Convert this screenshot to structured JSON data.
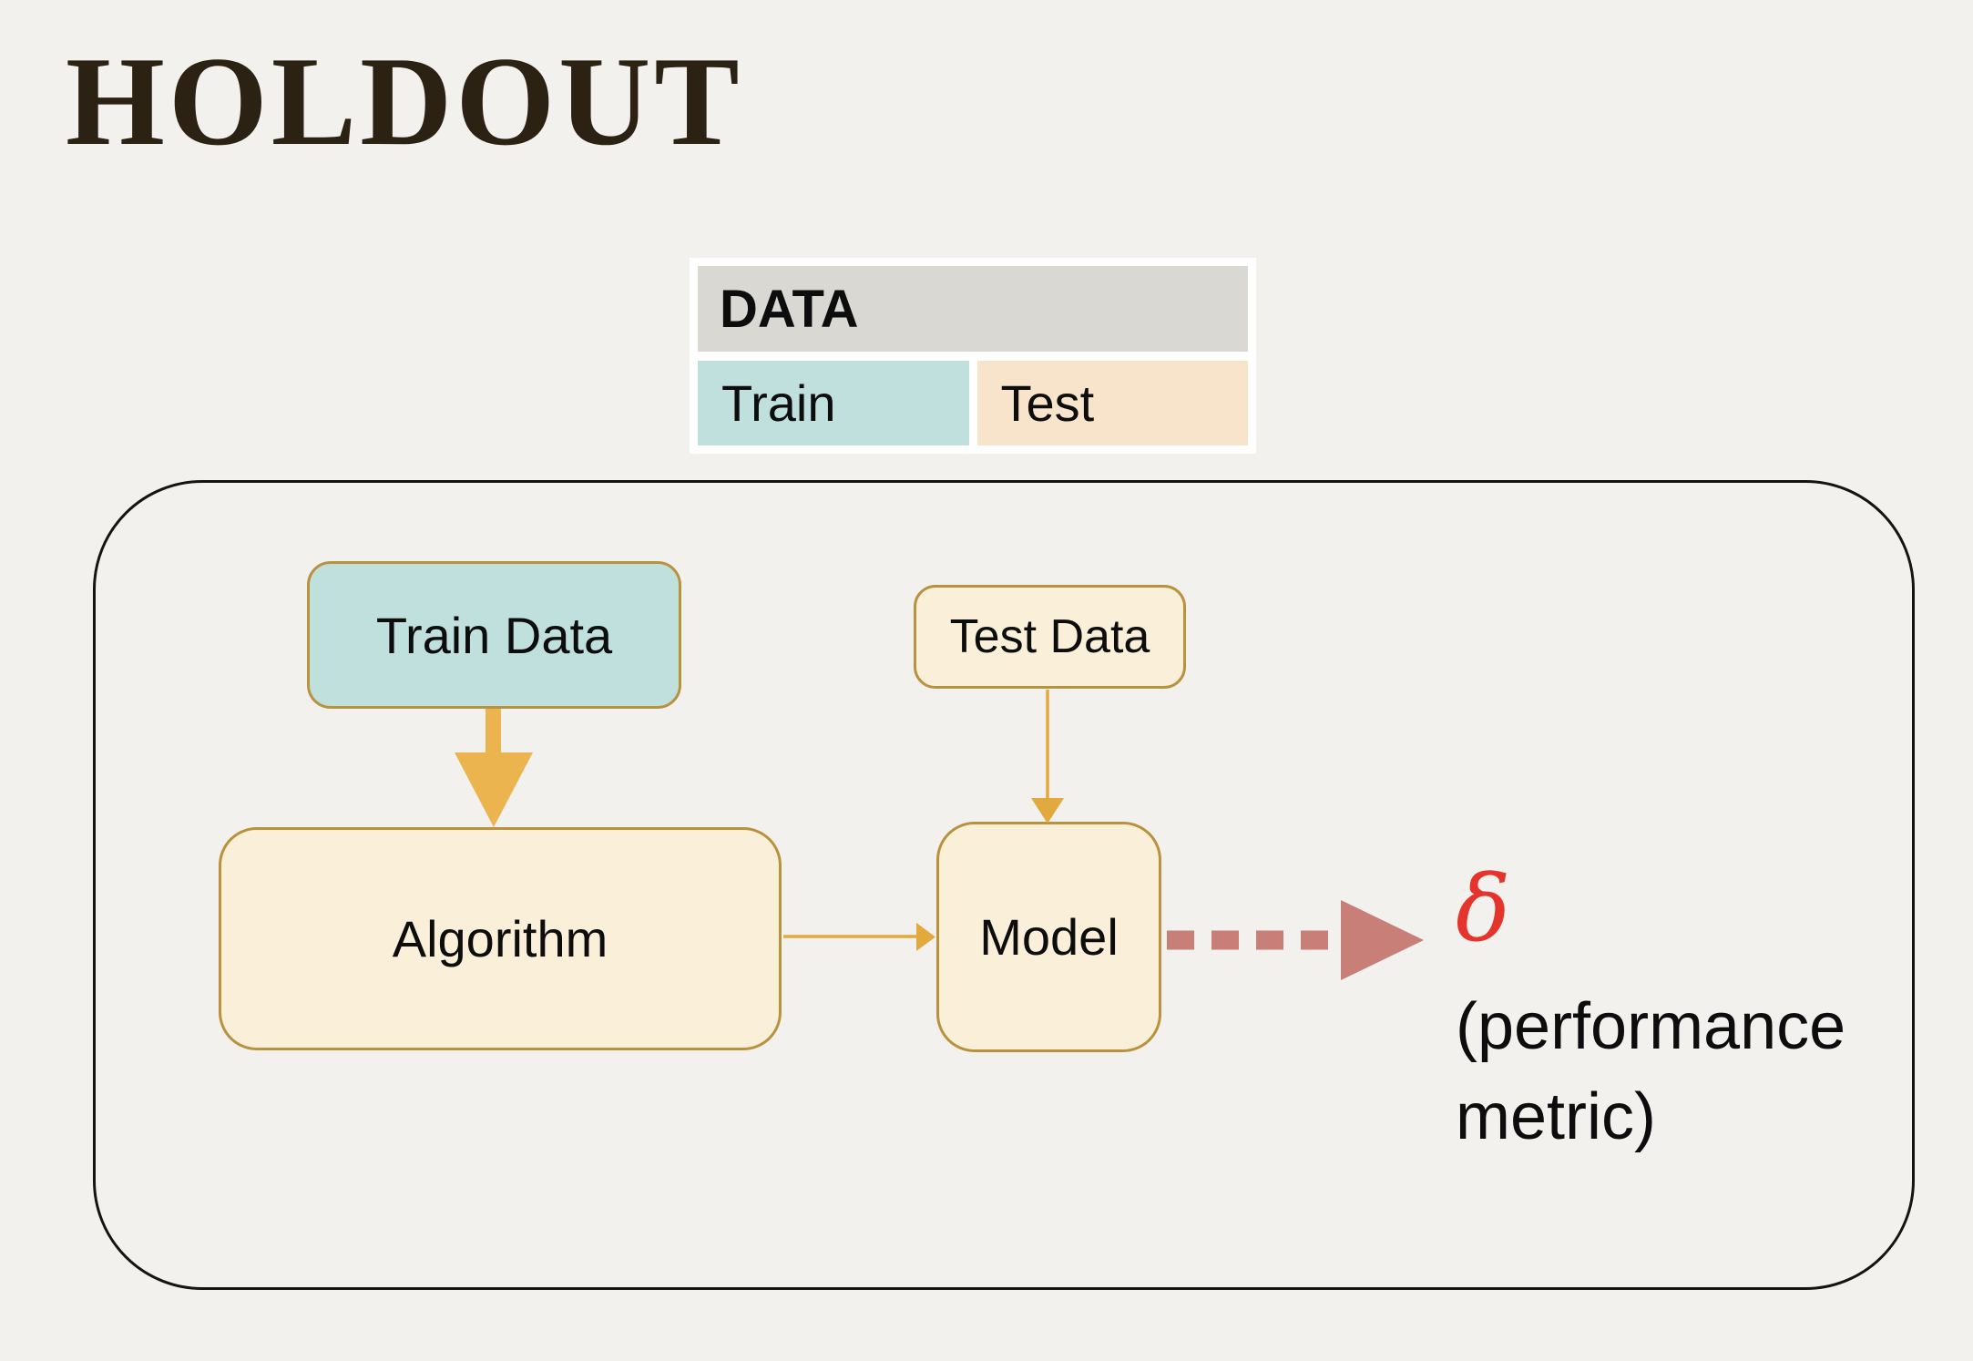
{
  "title": "HOLDOUT",
  "data_table": {
    "header": "DATA",
    "train_label": "Train",
    "test_label": "Test"
  },
  "nodes": {
    "train_data": {
      "label": "Train Data"
    },
    "test_data": {
      "label": "Test Data"
    },
    "algorithm": {
      "label": "Algorithm"
    },
    "model": {
      "label": "Model"
    }
  },
  "output": {
    "symbol": "δ",
    "caption": "(performance metric)"
  },
  "edges": [
    {
      "from": "Train Data",
      "to": "Algorithm",
      "style": "thick-gold-arrow"
    },
    {
      "from": "Test Data",
      "to": "Model",
      "style": "thin-gold-arrow"
    },
    {
      "from": "Algorithm",
      "to": "Model",
      "style": "thin-gold-arrow"
    },
    {
      "from": "Model",
      "to": "δ (performance metric)",
      "style": "dashed-rose-arrow"
    }
  ],
  "colors": {
    "bg": "#f2f1ee",
    "title-ink": "#2b2213",
    "ink": "#0d0d0d",
    "table-bg": "#ffffff",
    "table-header-bg": "#d9d8d3",
    "teal": "#bfe0dd",
    "peach": "#f7e4ca",
    "cream": "#faf0d9",
    "gold-border": "#b8923d",
    "gold-arrow": "#ecb44e",
    "gold-line": "#e2a93f",
    "rose": "#c87f77",
    "red-delta": "#e5342b",
    "container-border": "#141414"
  }
}
